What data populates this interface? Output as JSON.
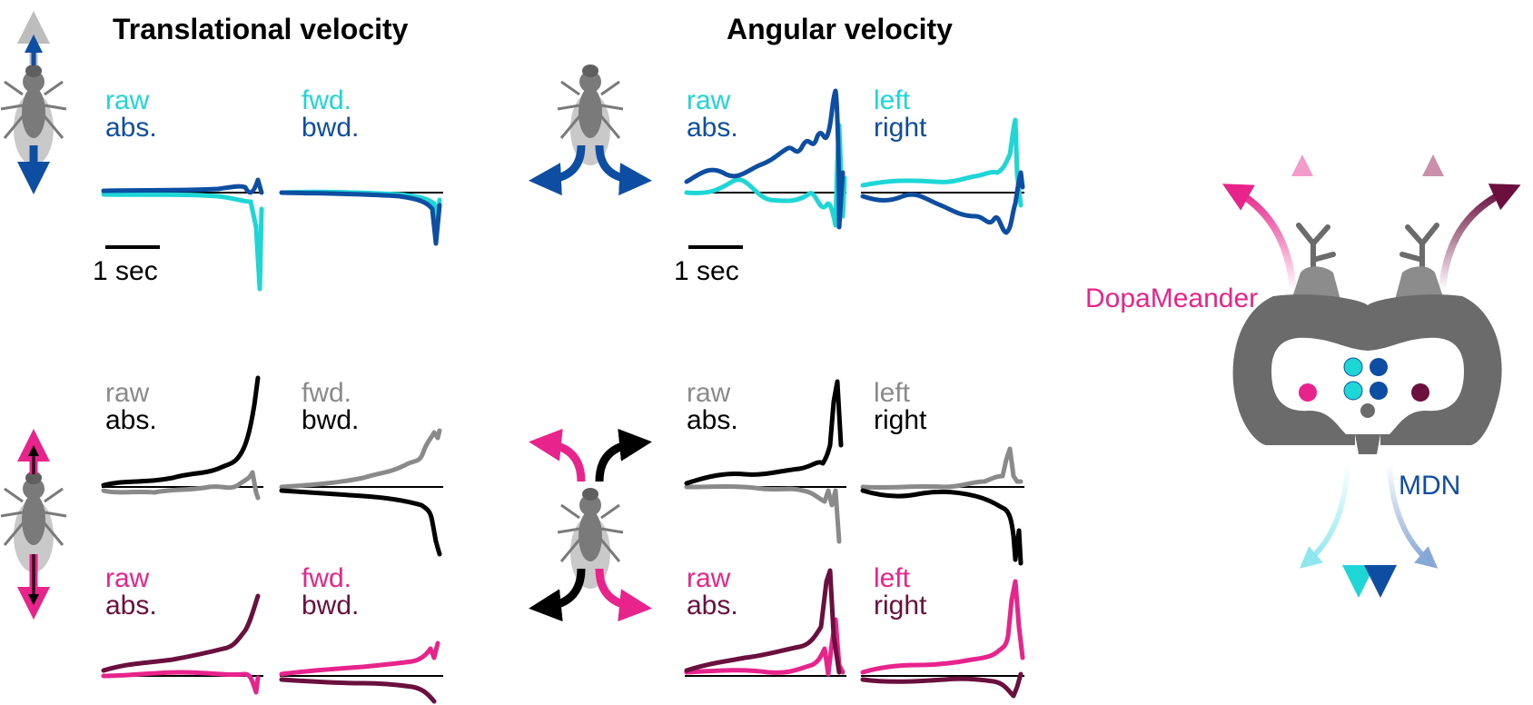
{
  "titles": {
    "translational": "Translational velocity",
    "angular": "Angular velocity"
  },
  "colors": {
    "cyan": "#1fd6d6",
    "blue": "#0d4ea3",
    "lightgray": "#8a8a8a",
    "black": "#000000",
    "pink": "#e8248c",
    "maroon": "#6a0f3e",
    "brain": "#6b6b6b",
    "fly": "#7a7a7a"
  },
  "scale_bar": "1 sec",
  "rows": [
    {
      "id": "row-dopameander-mdn-blue",
      "translational": {
        "left": {
          "top": "raw",
          "bottom": "abs.",
          "top_color": "cyan",
          "bottom_color": "blue"
        },
        "right": {
          "top": "fwd.",
          "bottom": "bwd.",
          "top_color": "cyan",
          "bottom_color": "blue"
        }
      },
      "angular": {
        "left": {
          "top": "raw",
          "bottom": "abs.",
          "top_color": "cyan",
          "bottom_color": "blue"
        },
        "right": {
          "top": "left",
          "bottom": "right",
          "top_color": "cyan",
          "bottom_color": "blue"
        }
      }
    },
    {
      "id": "row-black",
      "translational": {
        "left": {
          "top": "raw",
          "bottom": "abs.",
          "top_color": "lightgray",
          "bottom_color": "black"
        },
        "right": {
          "top": "fwd.",
          "bottom": "bwd.",
          "top_color": "lightgray",
          "bottom_color": "black"
        }
      },
      "angular": {
        "left": {
          "top": "raw",
          "bottom": "abs.",
          "top_color": "lightgray",
          "bottom_color": "black"
        },
        "right": {
          "top": "left",
          "bottom": "right",
          "top_color": "lightgray",
          "bottom_color": "black"
        }
      }
    },
    {
      "id": "row-pink",
      "translational": {
        "left": {
          "top": "raw",
          "bottom": "abs.",
          "top_color": "pink",
          "bottom_color": "maroon"
        },
        "right": {
          "top": "fwd.",
          "bottom": "bwd.",
          "top_color": "pink",
          "bottom_color": "maroon"
        }
      },
      "angular": {
        "left": {
          "top": "raw",
          "bottom": "abs.",
          "top_color": "pink",
          "bottom_color": "maroon"
        },
        "right": {
          "top": "left",
          "bottom": "right",
          "top_color": "pink",
          "bottom_color": "maroon"
        }
      }
    }
  ],
  "brain_labels": {
    "dopameander": "DopaMeander",
    "mdn": "MDN"
  },
  "icons": [
    "fly-icon",
    "arrow-icon",
    "brain-diagram-icon",
    "neuron-dot-icon"
  ]
}
